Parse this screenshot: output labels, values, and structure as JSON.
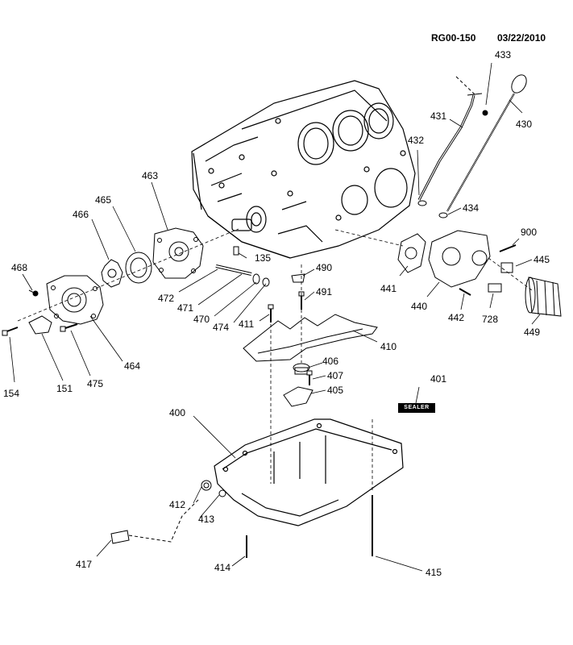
{
  "header": {
    "ref": "RG00-150",
    "date": "03/22/2010"
  },
  "sealer_label": "SEALER",
  "callouts": [
    {
      "text": "433"
    },
    {
      "text": "430"
    },
    {
      "text": "431"
    },
    {
      "text": "432"
    },
    {
      "text": "434"
    },
    {
      "text": "463"
    },
    {
      "text": "465"
    },
    {
      "text": "466"
    },
    {
      "text": "468"
    },
    {
      "text": "135"
    },
    {
      "text": "490"
    },
    {
      "text": "491"
    },
    {
      "text": "472"
    },
    {
      "text": "471"
    },
    {
      "text": "470"
    },
    {
      "text": "474"
    },
    {
      "text": "411"
    },
    {
      "text": "410"
    },
    {
      "text": "441"
    },
    {
      "text": "440"
    },
    {
      "text": "442"
    },
    {
      "text": "728"
    },
    {
      "text": "900"
    },
    {
      "text": "445"
    },
    {
      "text": "449"
    },
    {
      "text": "464"
    },
    {
      "text": "475"
    },
    {
      "text": "154"
    },
    {
      "text": "151"
    },
    {
      "text": "406"
    },
    {
      "text": "407"
    },
    {
      "text": "405"
    },
    {
      "text": "401"
    },
    {
      "text": "400"
    },
    {
      "text": "412"
    },
    {
      "text": "413"
    },
    {
      "text": "417"
    },
    {
      "text": "414"
    },
    {
      "text": "415"
    }
  ]
}
